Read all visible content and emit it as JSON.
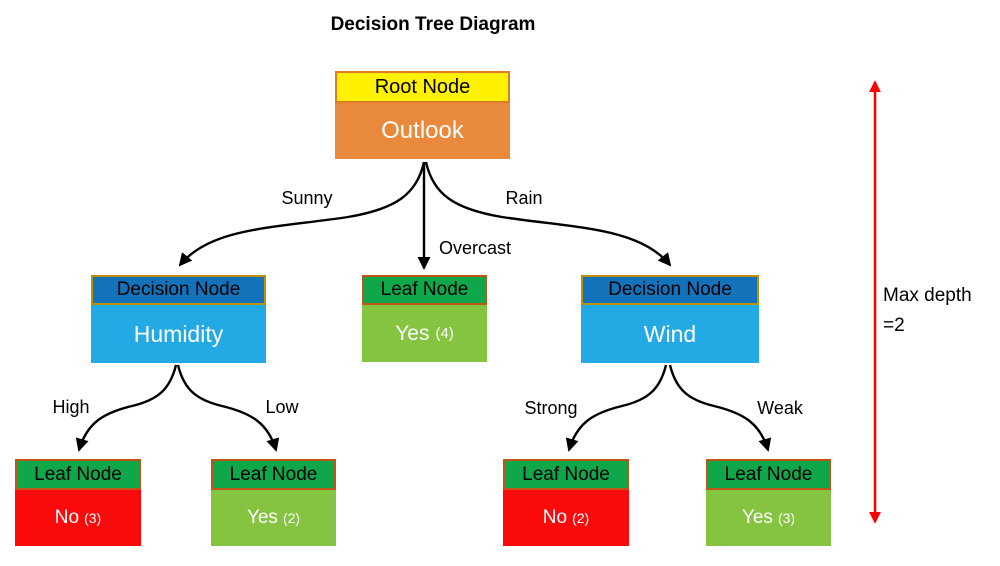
{
  "title": "Decision Tree Diagram",
  "annotation": {
    "line1": "Max depth",
    "line2": "=2"
  },
  "nodes": {
    "root": {
      "header": "Root Node",
      "body": "Outlook"
    },
    "humidity": {
      "header": "Decision Node",
      "body": "Humidity"
    },
    "overcast_leaf": {
      "header": "Leaf Node",
      "body": "Yes",
      "count": "(4)"
    },
    "wind": {
      "header": "Decision Node",
      "body": "Wind"
    },
    "high_leaf": {
      "header": "Leaf Node",
      "body": "No",
      "count": "(3)"
    },
    "low_leaf": {
      "header": "Leaf Node",
      "body": "Yes",
      "count": "(2)"
    },
    "strong_leaf": {
      "header": "Leaf Node",
      "body": "No",
      "count": "(2)"
    },
    "weak_leaf": {
      "header": "Leaf Node",
      "body": "Yes",
      "count": "(3)"
    }
  },
  "edge_labels": {
    "sunny": "Sunny",
    "overcast": "Overcast",
    "rain": "Rain",
    "high": "High",
    "low": "Low",
    "strong": "Strong",
    "weak": "Weak"
  },
  "colors": {
    "node-yellow": "#FFF100",
    "node-orange": "#E8893C",
    "node-darkblue": "#1272BA",
    "node-lightblue": "#23A9E4",
    "node-green": "#10A64A",
    "node-lightgreen": "#84C441",
    "node-red": "#FA0A0A",
    "border-orange": "#E07B24",
    "border-gold": "#BF9000",
    "border-brown": "#C0551A",
    "arrow-red": "#FF0000",
    "line-black": "#000000"
  }
}
